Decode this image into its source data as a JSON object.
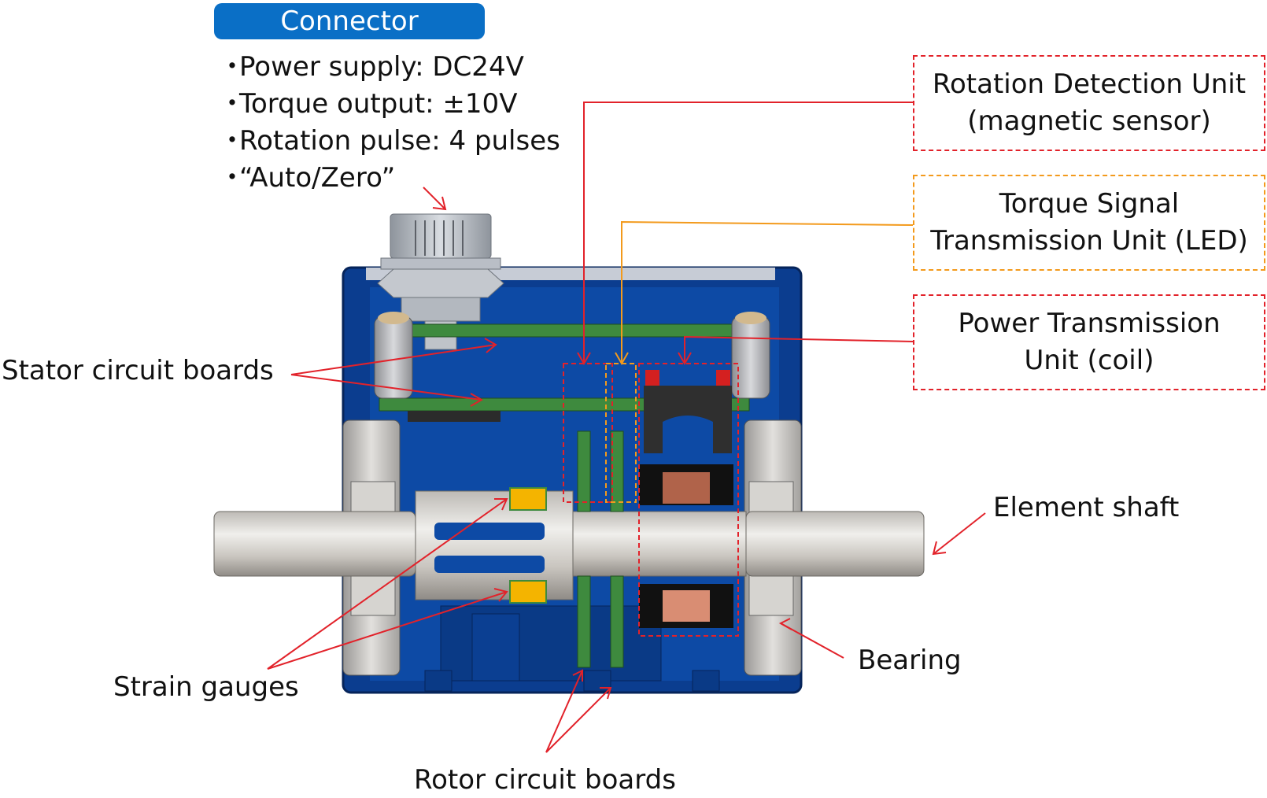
{
  "connector": {
    "title": "Connector",
    "specs": [
      "Power supply: DC24V",
      "Torque output: ±10V",
      "Rotation pulse: 4 pulses",
      "“Auto/Zero”"
    ],
    "bullet": "・"
  },
  "units": {
    "rotation_detection": {
      "line1": "Rotation Detection Unit",
      "line2": "(magnetic sensor)"
    },
    "torque_signal": {
      "line1": "Torque Signal",
      "line2": "Transmission Unit (LED)"
    },
    "power_transmission": {
      "line1": "Power Transmission",
      "line2": "Unit (coil)"
    }
  },
  "labels": {
    "stator_boards": "Stator circuit boards",
    "element_shaft": "Element shaft",
    "bearing": "Bearing",
    "strain_gauges": "Strain gauges",
    "rotor_boards": "Rotor circuit boards"
  },
  "colors": {
    "housing_blue": "#0b3d8f",
    "callout_red": "#e2222a",
    "callout_orange": "#f39a1c",
    "board_green": "#3e8a3e",
    "badge_blue": "#0a6fc6"
  }
}
